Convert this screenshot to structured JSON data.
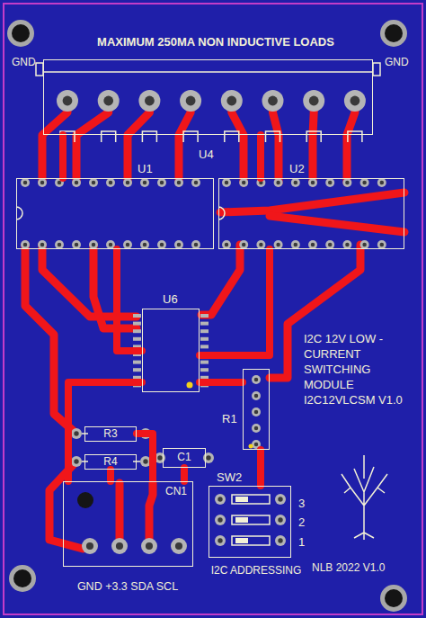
{
  "diagram": {
    "nodes": [
      {
        "text": [
          "U4"
        ]
      },
      {
        "text": [
          "U1"
        ]
      },
      {
        "text": [
          "U2"
        ]
      },
      {
        "text": [
          "U6"
        ]
      },
      {
        "text": [
          "R1"
        ]
      },
      {
        "text": [
          "R3"
        ]
      },
      {
        "text": [
          "R4"
        ]
      },
      {
        "text": [
          "C1"
        ]
      },
      {
        "text": [
          "CN1"
        ]
      },
      {
        "text": [
          "SW2"
        ]
      }
    ],
    "edges": [
      {
        "from": 0,
        "to": 1,
        "arrow": "none"
      },
      {
        "from": 0,
        "to": 2,
        "arrow": "none"
      },
      {
        "from": 1,
        "to": 3,
        "arrow": "none"
      },
      {
        "from": 2,
        "to": 3,
        "arrow": "none"
      },
      {
        "from": 3,
        "to": 4,
        "arrow": "none"
      },
      {
        "from": 4,
        "to": 9,
        "arrow": "none"
      },
      {
        "from": 3,
        "to": 8,
        "arrow": "none"
      },
      {
        "from": 5,
        "to": 8,
        "arrow": "none"
      },
      {
        "from": 6,
        "to": 8,
        "arrow": "none"
      },
      {
        "from": 7,
        "to": 8,
        "arrow": "none"
      }
    ],
    "labels": [
      "MAXIMUM 250MA NON INDUCTIVE LOADS",
      "GND",
      "GND",
      "I2C 12V LOW - CURRENT SWITCHING MODULE I2C12VLCSM V1.0",
      "3",
      "2",
      "1",
      "I2C ADDRESSING",
      "GND +3.3 SDA SCL",
      "NLB 2022 V1.0"
    ]
  }
}
